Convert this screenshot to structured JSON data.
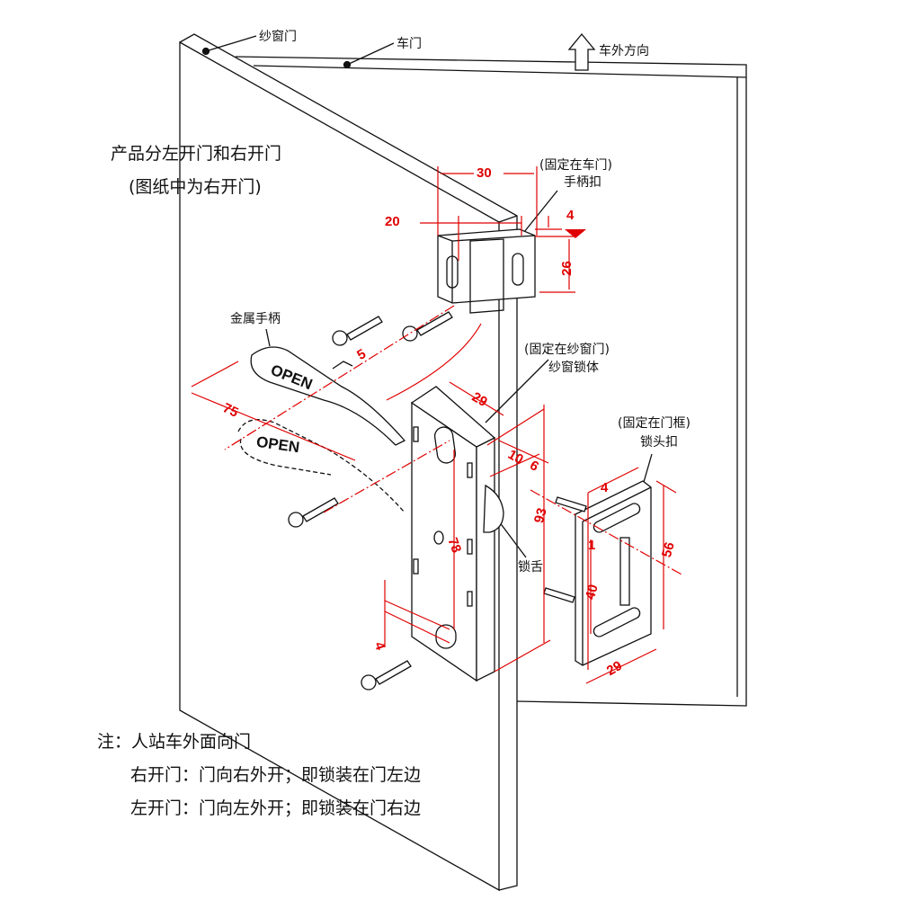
{
  "labels": {
    "screen_door": "纱窗门",
    "car_door": "车门",
    "outside_direction": "车外方向",
    "product_note_1": "产品分左开门和右开门",
    "product_note_2": "(图纸中为右开门)",
    "handle_catch_fixed": "(固定在车门)",
    "handle_catch": "手柄扣",
    "metal_handle": "金属手柄",
    "lock_body_fixed": "(固定在纱窗门)",
    "lock_body": "纱窗锁体",
    "strike_fixed": "(固定在门框)",
    "strike": "锁头扣",
    "latch": "锁舌",
    "handle_text_1": "OPEN",
    "handle_text_2": "OPEN"
  },
  "dimensions": {
    "catch_width": "30",
    "catch_slot": "20",
    "catch_offset": "4",
    "catch_height": "26",
    "handle_thickness": "5",
    "handle_length": "75",
    "body_depth": "29",
    "body_side_1": "10",
    "body_side_2": "6",
    "body_height": "93",
    "hole_spacing": "78",
    "hole_offset": "4",
    "strike_top": "4",
    "strike_gap": "1",
    "strike_slot": "40",
    "strike_height": "56",
    "strike_width": "29"
  },
  "notes": {
    "title": "注：人站车外面向门",
    "right_door": "右开门：门向右外开；即锁装在门左边",
    "left_door": "左开门：门向左外开；即锁装在门右边"
  },
  "colors": {
    "dimension": "#e00000",
    "line": "#111111"
  }
}
